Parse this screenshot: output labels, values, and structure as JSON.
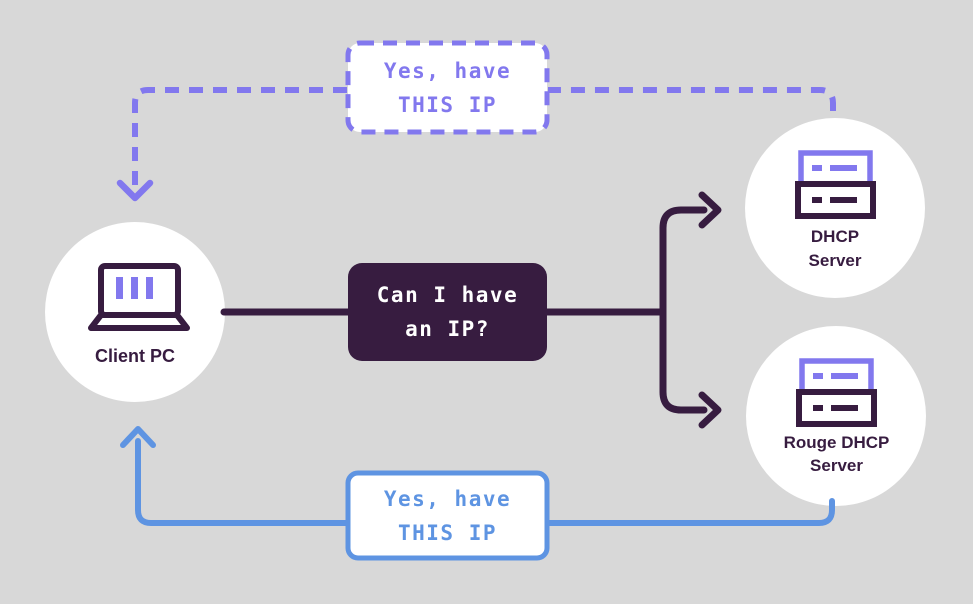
{
  "colors": {
    "background": "#d8d8d8",
    "dark": "#371c40",
    "purple": "#8278ee",
    "blue": "#5e94e2",
    "node_fill": "#ffffff"
  },
  "nodes": {
    "client": {
      "label": "Client PC",
      "icon": "laptop-icon"
    },
    "dhcp_server": {
      "label_line1": "DHCP",
      "label_line2": "Server",
      "icon": "server-icon"
    },
    "rogue_server": {
      "label_line1": "Rouge DHCP",
      "label_line2": "Server",
      "icon": "server-icon"
    }
  },
  "messages": {
    "request": {
      "line1": "Can I have",
      "line2": "an IP?"
    },
    "dhcp_reply": {
      "line1": "Yes, have",
      "line2": "THIS IP"
    },
    "rogue_reply": {
      "line1": "Yes, have",
      "line2": "THIS IP"
    }
  }
}
